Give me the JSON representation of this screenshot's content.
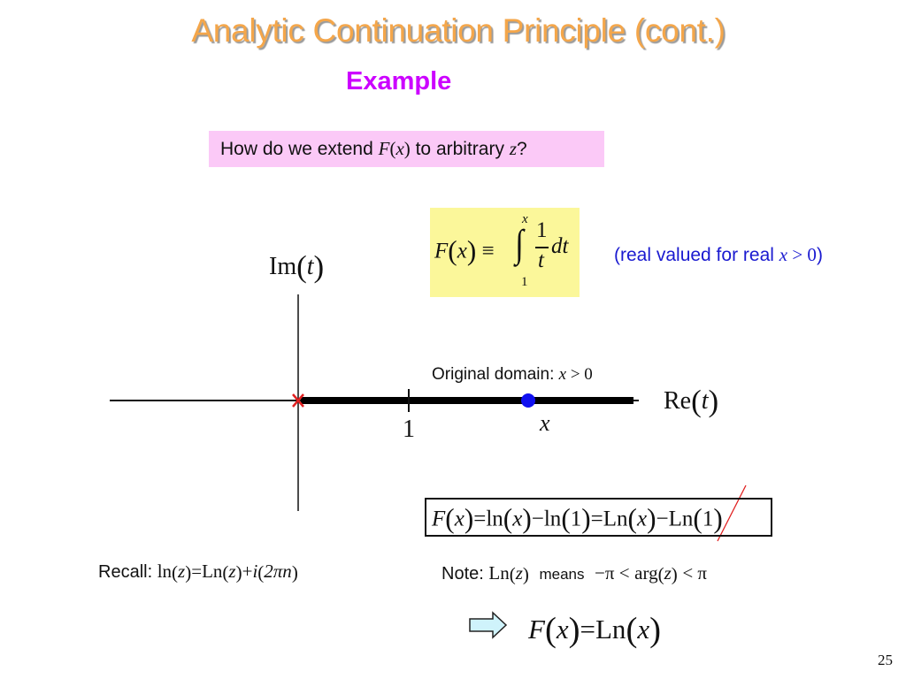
{
  "slide": {
    "title": "Analytic Continuation Principle (cont.)",
    "subtitle": "Example",
    "page_number": "25",
    "colors": {
      "title": "#f4a64a",
      "subtitle": "#cc00ff",
      "question_box_bg": "#fbc9f7",
      "definition_box_bg": "#fbf79a",
      "note_text": "#1a1ad0",
      "singularity_marker": "#e02020",
      "point_marker": "#1010f0",
      "arrow_fill": "#cff3fb"
    }
  },
  "question": {
    "prefix": "How do we extend ",
    "func": "F",
    "open": "(",
    "arg": "x",
    "close": ")",
    "middle": " to arbitrary ",
    "var": "z",
    "suffix": "?"
  },
  "definition": {
    "lhs_func": "F",
    "lhs_arg": "x",
    "equiv": "≡",
    "integral": "∫",
    "upper_limit": "x",
    "lower_limit": "1",
    "numerator": "1",
    "denominator": "t",
    "differential": "dt"
  },
  "real_note": {
    "prefix": "(real valued for real ",
    "var": "x",
    "rel": " > 0",
    "suffix": ")"
  },
  "diagram": {
    "im_label": {
      "name": "Im",
      "arg": "t"
    },
    "re_label": {
      "name": "Re",
      "arg": "t"
    },
    "domain_label": {
      "text": "Original domain: ",
      "var": "x",
      "rel": " > 0"
    },
    "tick_label": "1",
    "point_label": "x",
    "singularity_marker": "×"
  },
  "result_equation": {
    "parts": [
      "F",
      "x",
      "=",
      "ln",
      "x",
      "−",
      "ln",
      "1",
      "=",
      "Ln",
      "x",
      "−",
      "Ln",
      "1"
    ],
    "crossed_out_term": "Ln(1)"
  },
  "recall": {
    "label": "Recall",
    "colon": ":",
    "lhs_fn": "ln",
    "lhs_arg": "z",
    "eq": "=",
    "rhs_fn": "Ln",
    "rhs_arg": "z",
    "plus": "+",
    "i": "i",
    "term": "2πn"
  },
  "note": {
    "label": "Note",
    "colon": ":",
    "fn": "Ln",
    "arg": "z",
    "means": "means",
    "condition_left": "−π <",
    "condition_fn": "arg",
    "condition_arg": "z",
    "condition_right": "< π"
  },
  "conclusion": {
    "arrow_icon": "right-arrow-icon",
    "lhs_func": "F",
    "lhs_arg": "x",
    "eq": "=",
    "rhs_fn": "Ln",
    "rhs_arg": "x"
  }
}
